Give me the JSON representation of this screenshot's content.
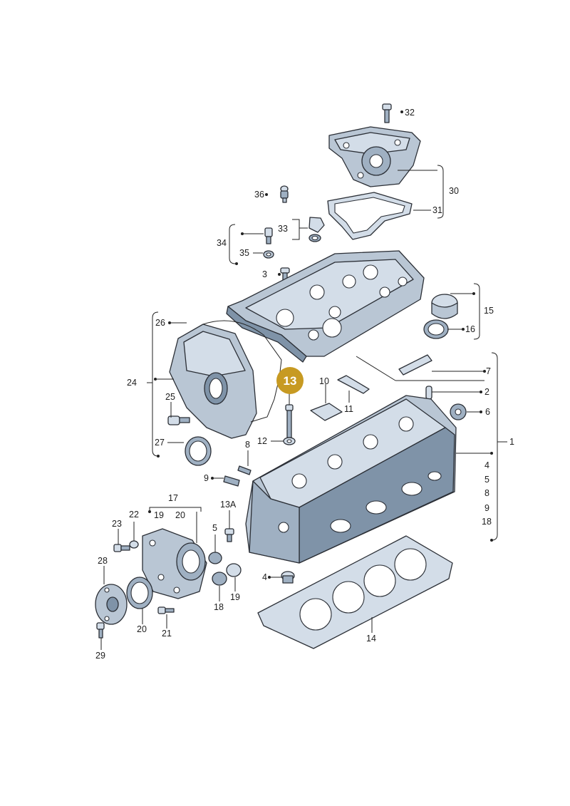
{
  "highlight": {
    "label": "13"
  },
  "labels": [
    "32",
    "30",
    "31",
    "36",
    "33",
    "34",
    "35",
    "3",
    "15",
    "16",
    "26",
    "7",
    "24",
    "2",
    "10",
    "11",
    "6",
    "25",
    "12",
    "1",
    "27",
    "8",
    "9",
    "4",
    "5",
    "8",
    "9",
    "18",
    "17",
    "13A",
    "22",
    "19",
    "20",
    "23",
    "5",
    "28",
    "19",
    "18",
    "4",
    "14",
    "20",
    "21",
    "29"
  ]
}
